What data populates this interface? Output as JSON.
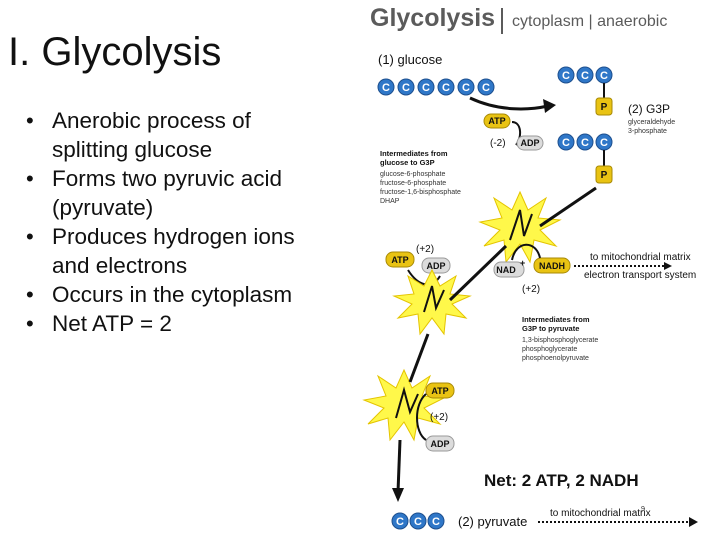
{
  "slide": {
    "title": "I.  Glycolysis",
    "bullets": [
      {
        "lines": [
          "Anerobic process of",
          "splitting glucose"
        ]
      },
      {
        "lines": [
          "Forms two pyruvic acid",
          "(pyruvate)"
        ]
      },
      {
        "lines": [
          "Produces hydrogen ions",
          "and electrons"
        ]
      },
      {
        "lines": [
          "Occurs in the cytoplasm"
        ]
      },
      {
        "lines": [
          "Net ATP = 2"
        ]
      }
    ]
  },
  "diagram": {
    "header_main": "Glycolysis",
    "header_sub": "cytoplasm | anaerobic",
    "glucose_label": "(1) glucose",
    "carbon": "C",
    "phosphate": "P",
    "g3p_label": "(2) G3P",
    "g3p_sub1": "glyceraldehyde",
    "g3p_sub2": "3-phosphate",
    "atp_in_label": "ATP",
    "atp_in_value": "(-2)",
    "adp_label": "ADP",
    "intermediates1_title1": "Intermediates from",
    "intermediates1_title2": "glucose to G3P",
    "intermediates1_items": [
      "glucose-6-phosphate",
      "fructose-6-phosphate",
      "fructose-1,6-bisphosphate",
      "DHAP"
    ],
    "atp_gain1_value": "(+2)",
    "atp_gain1_label": "ATP",
    "adp_gain1_label": "ADP",
    "nad_label": "NAD",
    "nad_plus": "+",
    "nadh_label": "NADH",
    "nadh_value": "(+2)",
    "mito_matrix_1": "to mitochondrial matrix",
    "ets_label": "electron transport system",
    "intermediates2_title1": "Intermediates from",
    "intermediates2_title2": "G3P to pyruvate",
    "intermediates2_items": [
      "1,3-bisphosphoglycerate",
      "phosphoglycerate",
      "phosphoenolpyruvate"
    ],
    "atp_gain2_label": "ATP",
    "atp_gain2_value": "(+2)",
    "adp_gain2_label": "ADP",
    "net_label": "Net: 2 ATP, 2 NADH",
    "pyruvate_label": "(2) pyruvate",
    "mito_matrix_2": "to mitochondrial matrix",
    "page_number": "9"
  }
}
